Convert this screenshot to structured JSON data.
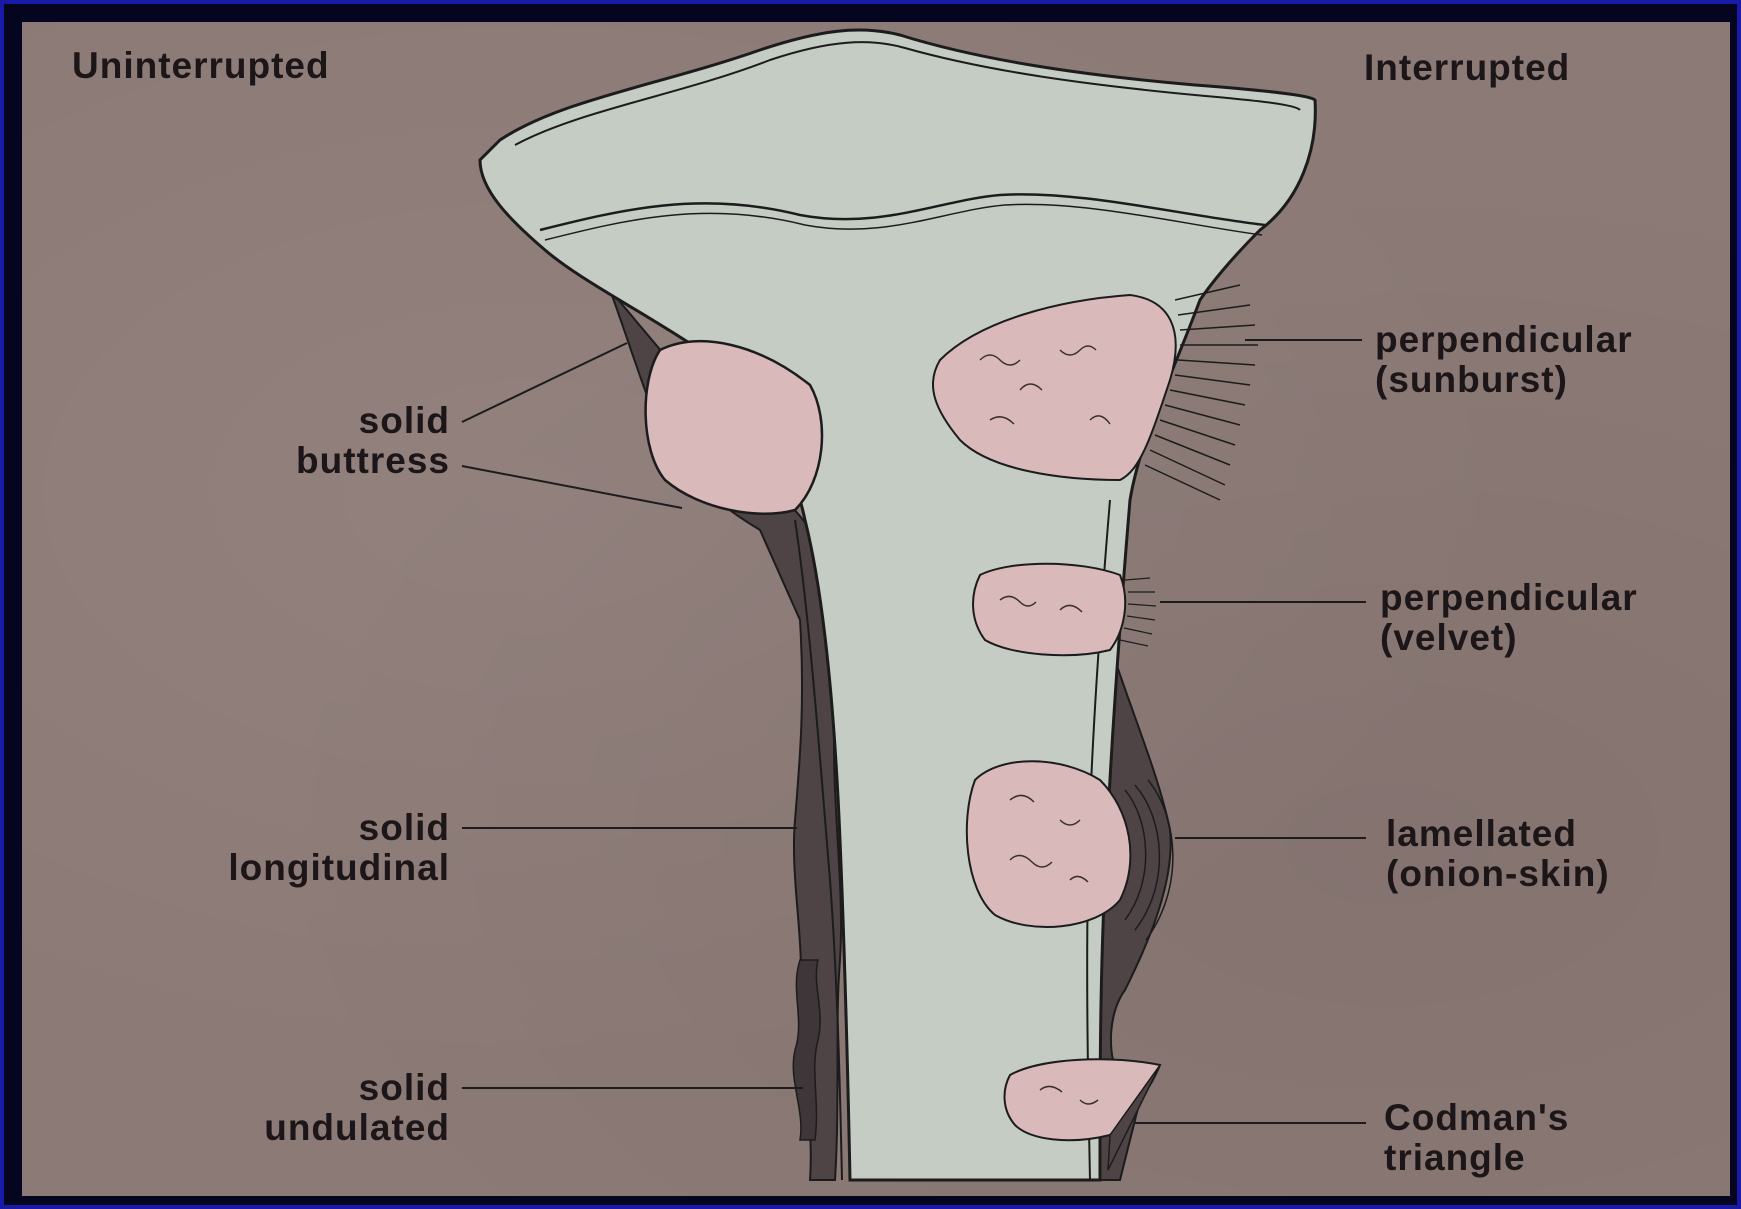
{
  "headers": {
    "left": "Uninterrupted",
    "right": "Interrupted"
  },
  "left_labels": {
    "buttress": {
      "line1": "solid",
      "line2": "buttress"
    },
    "longitudinal": {
      "line1": "solid",
      "line2": "longitudinal"
    },
    "undulated": {
      "line1": "solid",
      "line2": "undulated"
    }
  },
  "right_labels": {
    "sunburst": {
      "line1": "perpendicular",
      "line2": "(sunburst)"
    },
    "velvet": {
      "line1": "perpendicular",
      "line2": "(velvet)"
    },
    "onion": {
      "line1": "lamellated",
      "line2": "(onion-skin)"
    },
    "codman": {
      "line1": "Codman's",
      "line2": "triangle"
    }
  },
  "colors": {
    "background": "#8c7a76",
    "bone": "#c4ccc4",
    "tumor": "#d9b9b9",
    "reaction": "#4e4446",
    "outline": "#1c1c1c",
    "frame_border": "#1a1aa8"
  }
}
